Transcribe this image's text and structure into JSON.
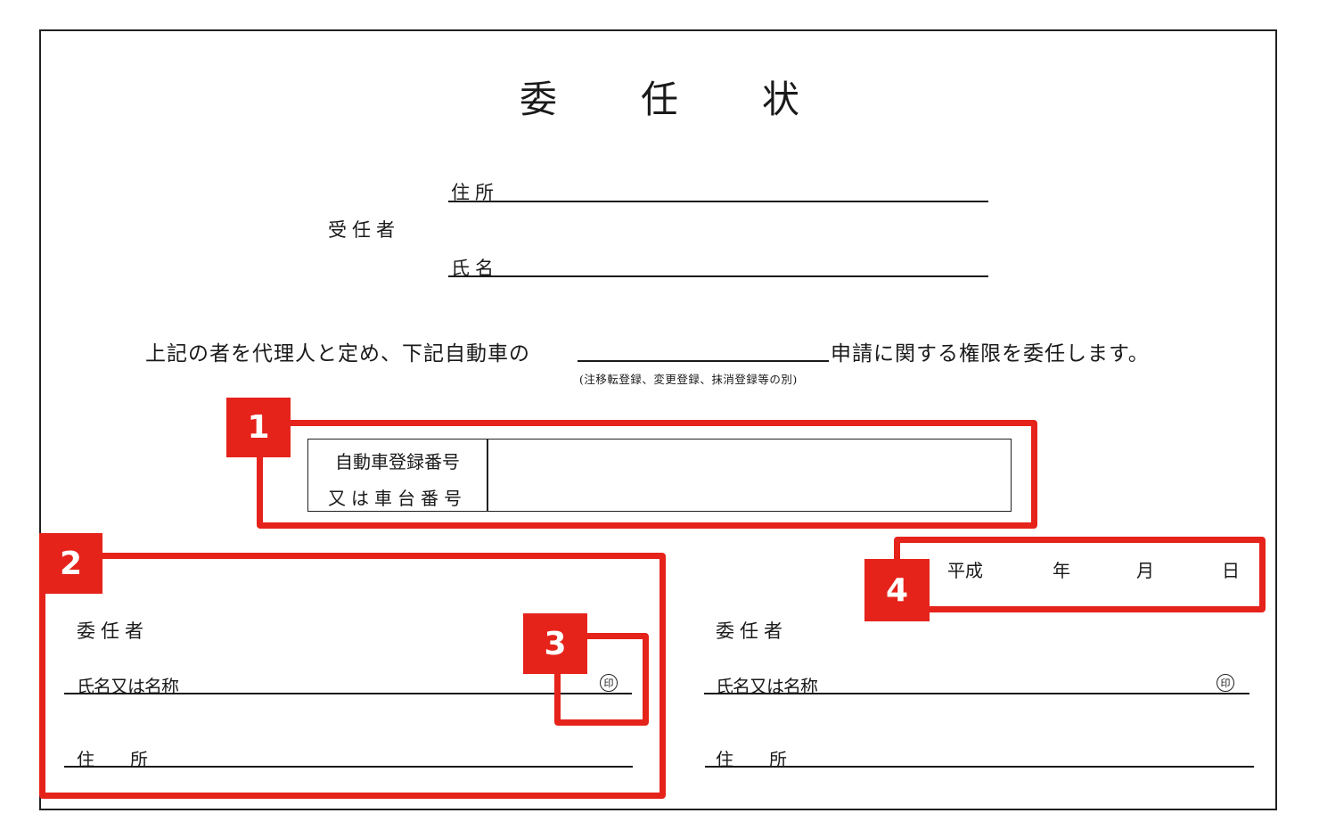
{
  "document": {
    "title_chars": [
      "委",
      "任",
      "状"
    ],
    "agent": {
      "label": "受任者",
      "address_label": "住所",
      "name_label": "氏名"
    },
    "sentence": {
      "before_blank": "上記の者を代理人と定め、下記自動車の",
      "after_blank": "申請に関する権限を委任します。",
      "note": "(注移転登録、変更登録、抹消登録等の別)"
    },
    "vehicle_table": {
      "row1_label": "自動車登録番号",
      "row2_label": "又は車台番号",
      "value": ""
    },
    "date": {
      "era": "平成",
      "year": "年",
      "month": "月",
      "day": "日"
    },
    "principal_left": {
      "label": "委任者",
      "name_label": "氏名又は名称",
      "seal": "印",
      "address_label": "住　　所"
    },
    "principal_right": {
      "label": "委任者",
      "name_label": "氏名又は名称",
      "seal": "印",
      "address_label": "住　　所"
    }
  },
  "annotations": {
    "color": "#e5231b",
    "badges": [
      "1",
      "2",
      "3",
      "4"
    ]
  }
}
